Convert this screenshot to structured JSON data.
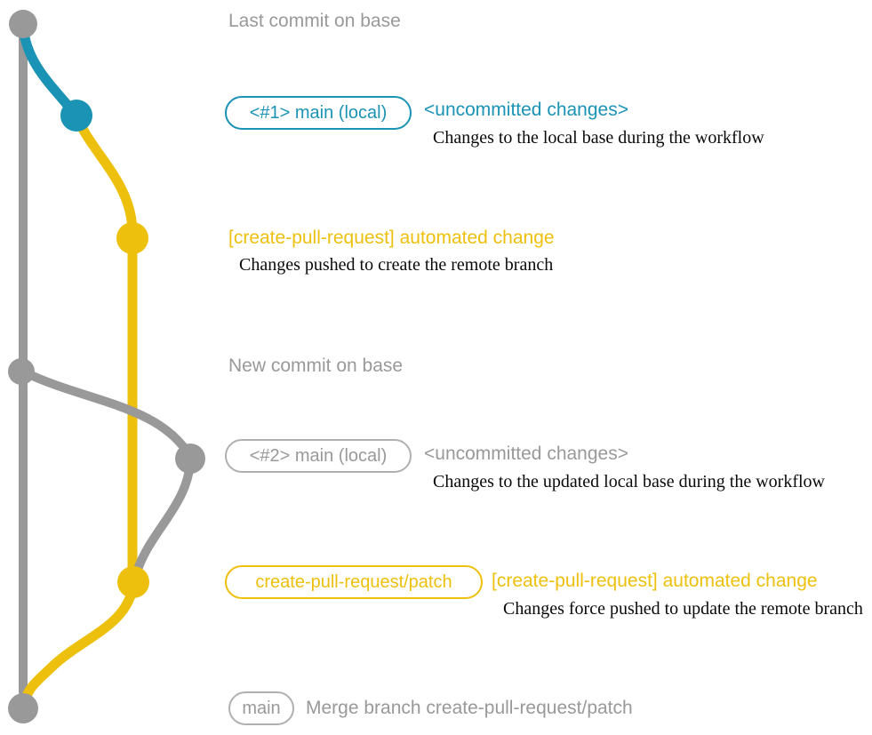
{
  "colors": {
    "branch-gray": "#999999",
    "branch-blue": "#1b93b5",
    "branch-yellow": "#eec00e",
    "box-border-gray": "#b0b0b0",
    "text-black": "#0a0a0a"
  },
  "annotations": {
    "last_commit_label": "Last commit on base",
    "new_commit_label": "New commit on base",
    "row1": {
      "branch_label": "<#1> main (local)",
      "status": "<uncommitted changes>",
      "description": "Changes to the local base during the workflow"
    },
    "yellow1": {
      "commit_message": "[create-pull-request] automated change",
      "description": "Changes pushed to create the remote branch"
    },
    "row2": {
      "branch_label": "<#2> main (local)",
      "status": "<uncommitted changes>",
      "description": "Changes to the updated local base during the workflow"
    },
    "yellow2": {
      "branch_label": "create-pull-request/patch",
      "commit_message": "[create-pull-request] automated change",
      "description": "Changes force pushed to update the remote branch"
    },
    "merge": {
      "branch_label": "main",
      "commit_message": "Merge branch create-pull-request/patch"
    }
  }
}
